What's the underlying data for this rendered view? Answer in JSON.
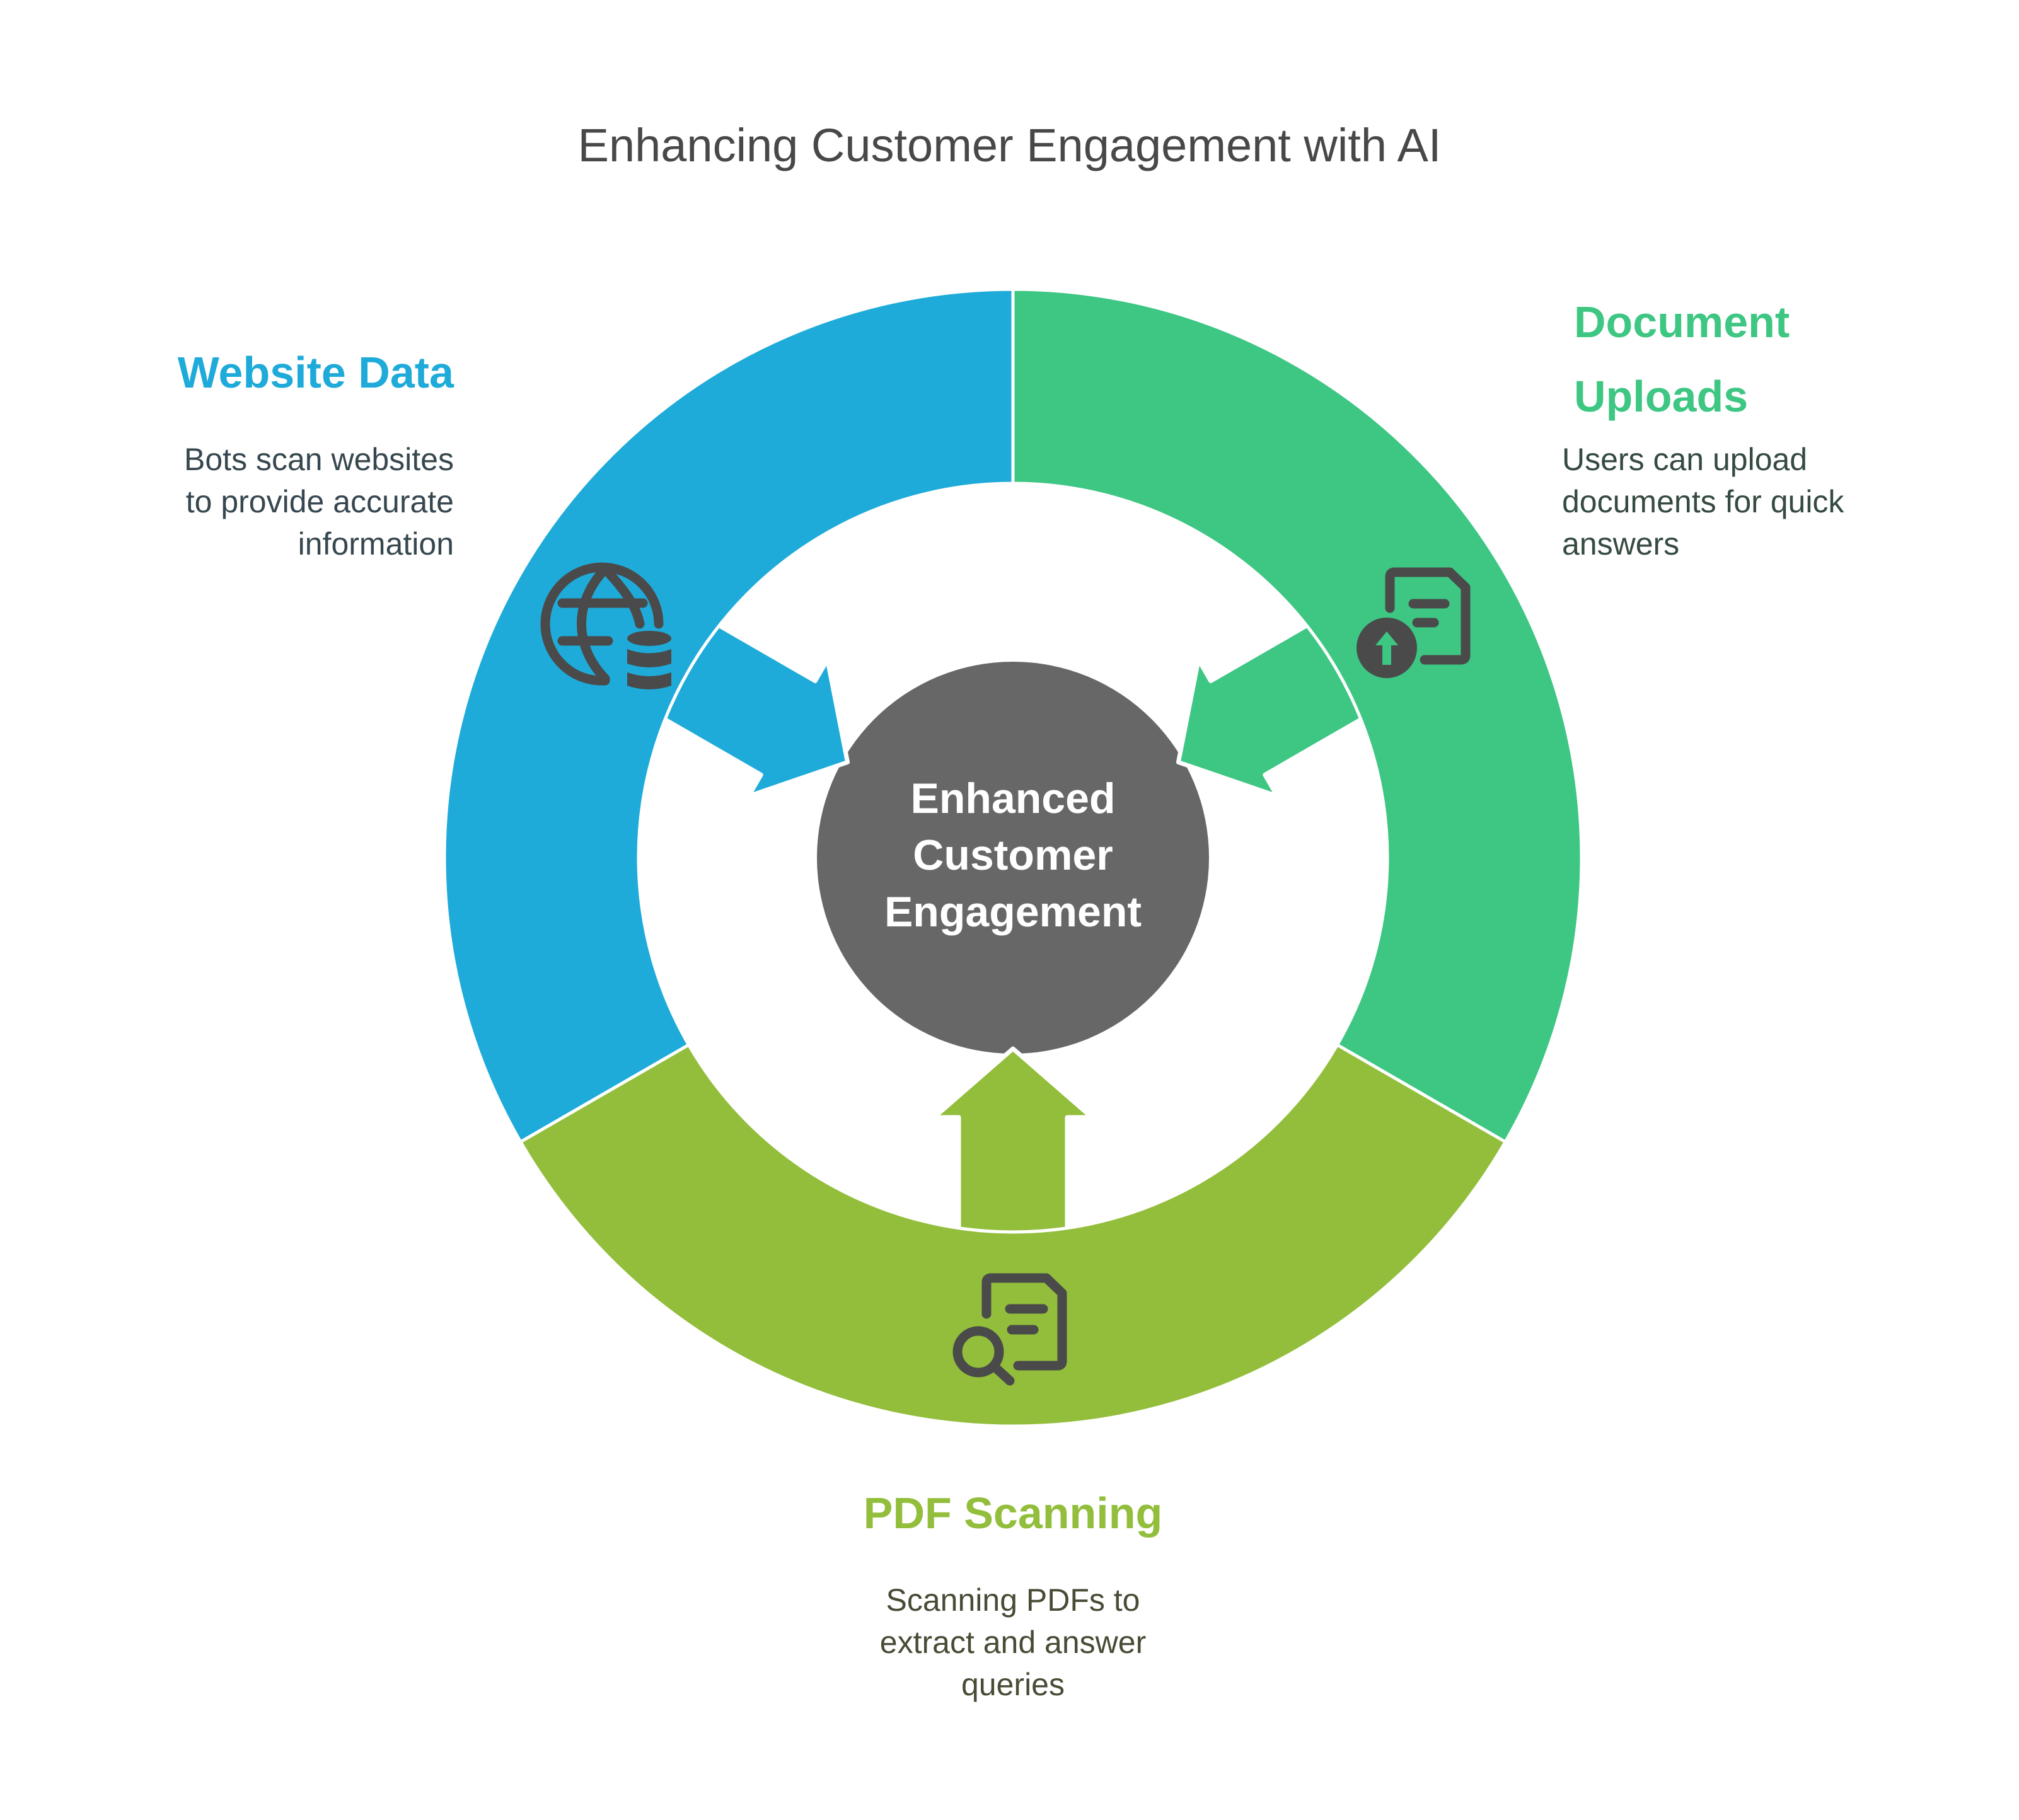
{
  "title": "Enhancing Customer Engagement with AI",
  "center": {
    "label_lines": [
      "Enhanced",
      "Customer",
      "Engagement"
    ],
    "color": "#676767"
  },
  "sections": [
    {
      "id": "website-data",
      "title_lines": [
        "Website Data"
      ],
      "desc_lines": [
        "Bots scan websites",
        "to provide accurate",
        "information"
      ],
      "color": "#1FABD9",
      "desc_color": "#37474F",
      "icon": "globe-database-icon"
    },
    {
      "id": "document-uploads",
      "title_lines": [
        "Document",
        "Uploads"
      ],
      "desc_lines": [
        "Users can upload",
        "documents for quick",
        "answers"
      ],
      "color": "#3EC683",
      "desc_color": "#354A40",
      "icon": "document-upload-icon"
    },
    {
      "id": "pdf-scanning",
      "title_lines": [
        "PDF Scanning"
      ],
      "desc_lines": [
        "Scanning PDFs to",
        "extract and answer",
        "queries"
      ],
      "color": "#92BE3B",
      "desc_color": "#474C35",
      "icon": "document-search-icon"
    }
  ],
  "icon_color": "#4A4A4A"
}
